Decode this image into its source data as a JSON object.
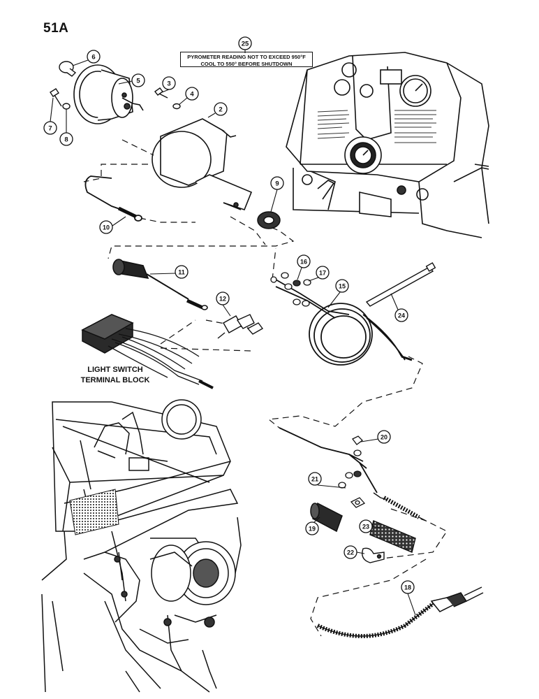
{
  "page_number": "51A",
  "note": {
    "callout": "25",
    "line1": "PYROMETER READING NOT TO EXCEED 950°F",
    "line2": "COOL TO 550° BEFORE SHUTDOWN"
  },
  "terminal_block_label": {
    "line1": "LIGHT SWITCH",
    "line2": "TERMINAL BLOCK"
  },
  "callouts": [
    "2",
    "3",
    "4",
    "5",
    "6",
    "7",
    "8",
    "9",
    "10",
    "11",
    "12",
    "15",
    "16",
    "17",
    "18",
    "19",
    "20",
    "21",
    "22",
    "23",
    "24",
    "25"
  ]
}
